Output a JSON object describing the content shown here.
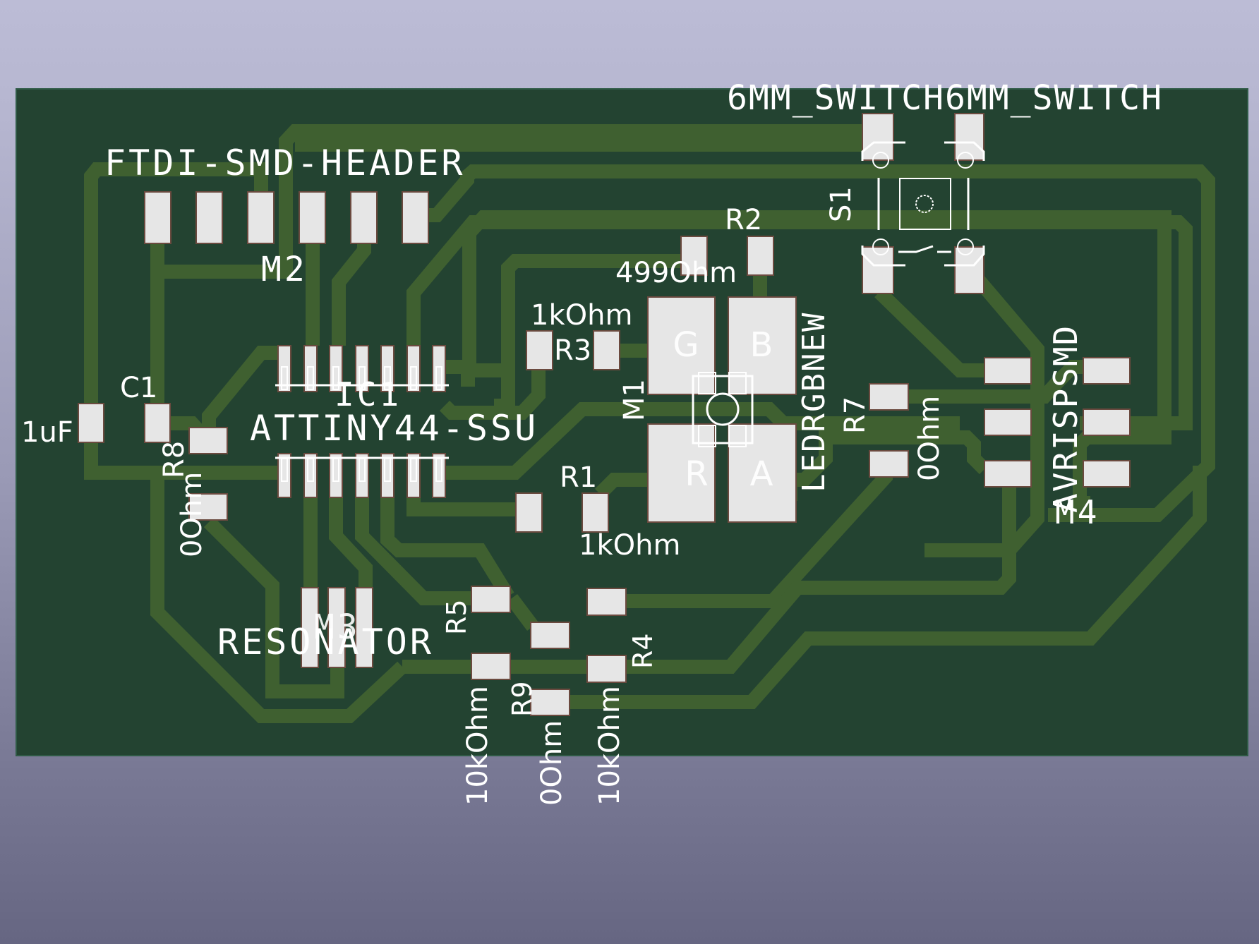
{
  "viewer": {
    "type": "PCB 3D/board view",
    "board_color": "#234331",
    "trace_color": "#3f6030",
    "pad_color": "#e6e6e6",
    "silkscreen_color": "#ffffff"
  },
  "components": {
    "ftdi": {
      "value": "FTDI-SMD-HEADER",
      "ref": "M2",
      "pad_count": 6
    },
    "ic1": {
      "ref": "IC1",
      "value": "ATTINY44-SSU",
      "pin_count": 14
    },
    "c1": {
      "ref": "C1",
      "value": "1uF"
    },
    "r8": {
      "ref": "R8",
      "value": "0Ohm"
    },
    "resonator": {
      "ref": "M3",
      "value": "RESONATOR"
    },
    "r5": {
      "ref": "R5",
      "value": "10kOhm"
    },
    "r9": {
      "ref": "R9",
      "value": "0Ohm"
    },
    "r4": {
      "ref": "R4",
      "value": "10kOhm"
    },
    "r3": {
      "ref": "R3",
      "value": "1kOhm"
    },
    "r1": {
      "ref": "R1",
      "value": "1kOhm"
    },
    "r2": {
      "ref": "R2",
      "value": "499Ohm"
    },
    "led": {
      "ref": "M1",
      "value": "LEDRGBNEW",
      "pads": [
        "G",
        "B",
        "R",
        "A"
      ]
    },
    "r7": {
      "ref": "R7",
      "value": "0Ohm"
    },
    "switch": {
      "ref": "S1",
      "value": "6MM_SWITCH6MM_SWITCH"
    },
    "avrisp": {
      "ref": "M4",
      "value": "AVRISPSMD",
      "pad_count": 6
    }
  }
}
